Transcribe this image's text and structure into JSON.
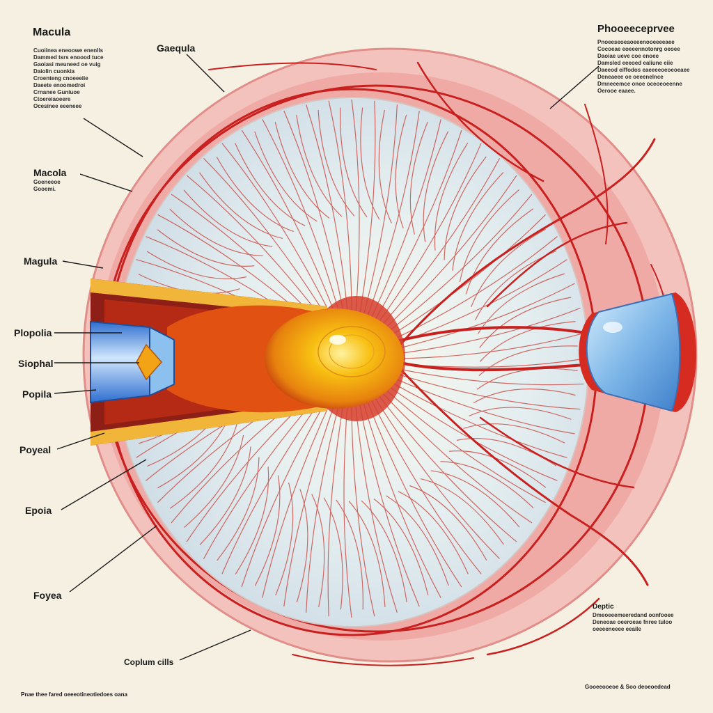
{
  "labels": {
    "top_left_title": "Macula",
    "top_left_desc": [
      "Cuoiinea eneoowe enenlls",
      "Dammed tsrs enoood tuce",
      "Gaoiasi meuneed oe vuig",
      "Daiolin cuonkia",
      "Croenteng cnoeeeiie",
      "Daeete enoomedroi",
      "Crnanee Guniuoe",
      "Ctoereiaoeere",
      "Ocesinee eeeneee"
    ],
    "geacula": "Gaequla",
    "macola": "Macola",
    "macola_desc": [
      "Goeneeoe",
      "Gooemi."
    ],
    "magula": "Magula",
    "piopolia": "Plopolia",
    "siophal": "Siophal",
    "popila": "Popila",
    "poyeal": "Poyeal",
    "epoia": "Epoia",
    "foyea": "Foyea",
    "coplum_cills": "Coplum cills",
    "top_right_title": "Phooeeceprvee",
    "top_right_desc": [
      "Pnoeeseoeaoeeenooeeeeaee",
      "Cocoeae eoeeennotonrg oeoee",
      "Daoiae ueve coe enoee",
      "Damsled eeeoed ealiune eiie",
      "Daeeod eiffodos eaeeeeoeoeoeaee",
      "Deneaeee oe oeeenelnce",
      "Dmneeemce onoe oceoeoeenne",
      "Oerooe eaaee."
    ],
    "deptic": "Deptic",
    "deptic_desc": [
      "Dmeoeeemeeredand oonfooee",
      "Deneoae oeeroeae fnree tuloo",
      "oeeeeneeee eeaile"
    ],
    "footer_left": "Pnae thee fared oeeeotineotiedoes oana",
    "footer_right": "Gooeeooeoe & Soo deoeoedead"
  },
  "colors": {
    "background": "#f6f0e2",
    "vessel": "#c8201f",
    "eyeball_outer": "#f1b9b5",
    "retina": "#e6eef1",
    "lens": "#5f9fd8",
    "disc": "#f5b10a"
  },
  "icons": [
    "eyeball-diagram",
    "optic-disc",
    "lens-shape",
    "blood-vessels"
  ]
}
